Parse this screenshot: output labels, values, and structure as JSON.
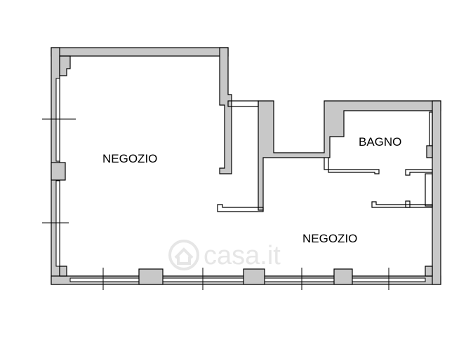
{
  "rooms": [
    {
      "id": "negozio-1",
      "label": "NEGOZIO"
    },
    {
      "id": "bagno",
      "label": "BAGNO"
    },
    {
      "id": "negozio-2",
      "label": "NEGOZIO"
    }
  ],
  "watermark": {
    "text": "casa.it",
    "icon": "house-icon"
  },
  "colors": {
    "wall_fill": "#c8c8c8",
    "line": "#000000",
    "background": "#ffffff",
    "watermark": "#e6e6e6"
  }
}
